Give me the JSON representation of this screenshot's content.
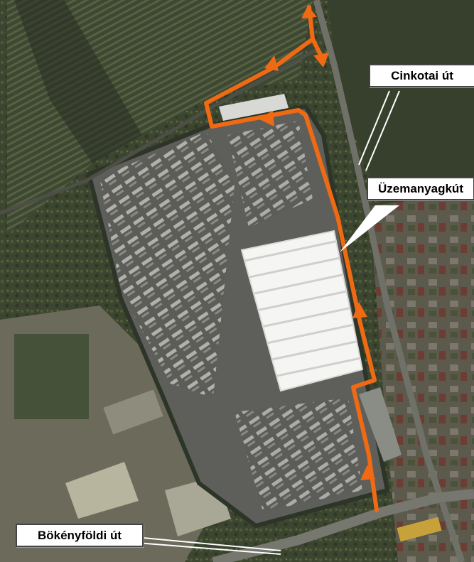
{
  "map": {
    "labels": {
      "cinkotai": "Cinkotai út",
      "uzemanyag": "Üzemanyagkút",
      "bokeny": "Bökényföldi út"
    },
    "colors": {
      "route": "#f06a14",
      "callout_line": "#ffffff",
      "warehouse_roof": "#f2f2f2",
      "parking_lot": "#5e5f5b",
      "vegetation": "#3b4631"
    },
    "route": {
      "style": "bold orange line with arrowheads",
      "direction": "northbound from Bökényföldi út along east side, then west across the north edge"
    }
  }
}
